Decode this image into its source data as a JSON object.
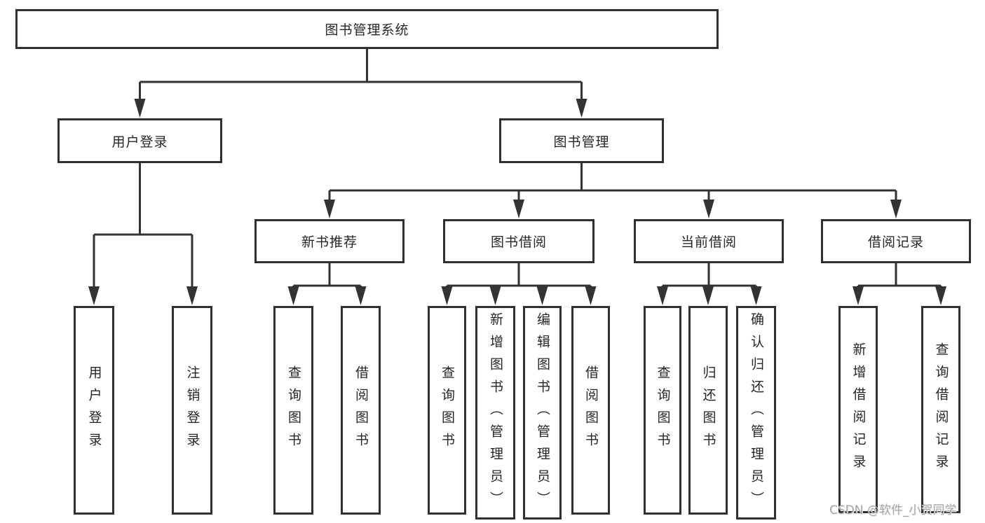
{
  "tree": {
    "root": {
      "label": "图书管理系统"
    },
    "branches": [
      {
        "label": "用户登录",
        "children": [
          {
            "label": "用户登录"
          },
          {
            "label": "注销登录"
          }
        ]
      },
      {
        "label": "图书管理",
        "children": [
          {
            "label": "新书推荐",
            "children": [
              {
                "label": "查询图书"
              },
              {
                "label": "借阅图书"
              }
            ]
          },
          {
            "label": "图书借阅",
            "children": [
              {
                "label": "查询图书"
              },
              {
                "label": "新增图书（管理员）"
              },
              {
                "label": "编辑图书（管理员）"
              },
              {
                "label": "借阅图书"
              }
            ]
          },
          {
            "label": "当前借阅",
            "children": [
              {
                "label": "查询图书"
              },
              {
                "label": "归还图书"
              },
              {
                "label": "确认归还（管理员）"
              }
            ]
          },
          {
            "label": "借阅记录",
            "children": [
              {
                "label": "新增借阅记录"
              },
              {
                "label": "查询借阅记录"
              }
            ]
          }
        ]
      }
    ]
  },
  "watermark": "CSDN @软件_小贺同学",
  "colors": {
    "line": "#333333",
    "border": "#2f2f2f",
    "text": "#262626",
    "watermark": "#a6a6a6",
    "bg": "#ffffff"
  }
}
